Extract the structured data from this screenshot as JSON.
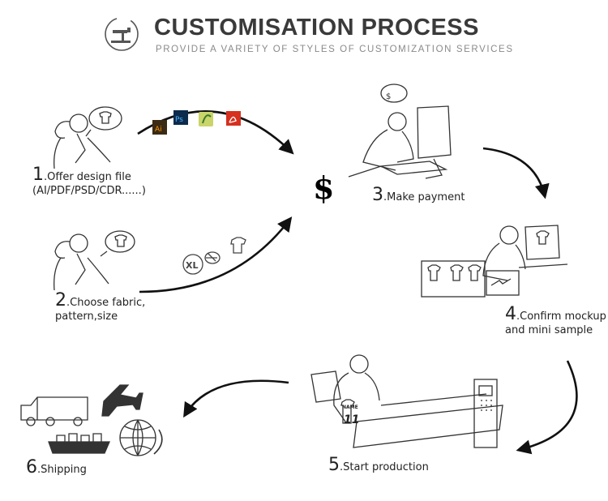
{
  "header": {
    "title": "CUSTOMISATION PROCESS",
    "subtitle": "PROVIDE A VARIETY OF STYLES OF CUSTOMIZATION SERVICES"
  },
  "steps": [
    {
      "number": "1",
      "lines": [
        ".Offer design file",
        "(AI/PDF/PSD/CDR......)"
      ]
    },
    {
      "number": "2",
      "lines": [
        ".Choose fabric,",
        "pattern,size"
      ]
    },
    {
      "number": "3",
      "lines": [
        ".Make payment"
      ]
    },
    {
      "number": "4",
      "lines": [
        ".Confirm mockup",
        "and mini sample"
      ]
    },
    {
      "number": "5",
      "lines": [
        ".Start production"
      ]
    },
    {
      "number": "6",
      "lines": [
        ".Shipping"
      ]
    }
  ],
  "file_icons": [
    "Ai",
    "Ps"
  ],
  "size_badge": "XL",
  "currency_symbol": "$",
  "jersey_name": "NAME",
  "jersey_number": "11"
}
